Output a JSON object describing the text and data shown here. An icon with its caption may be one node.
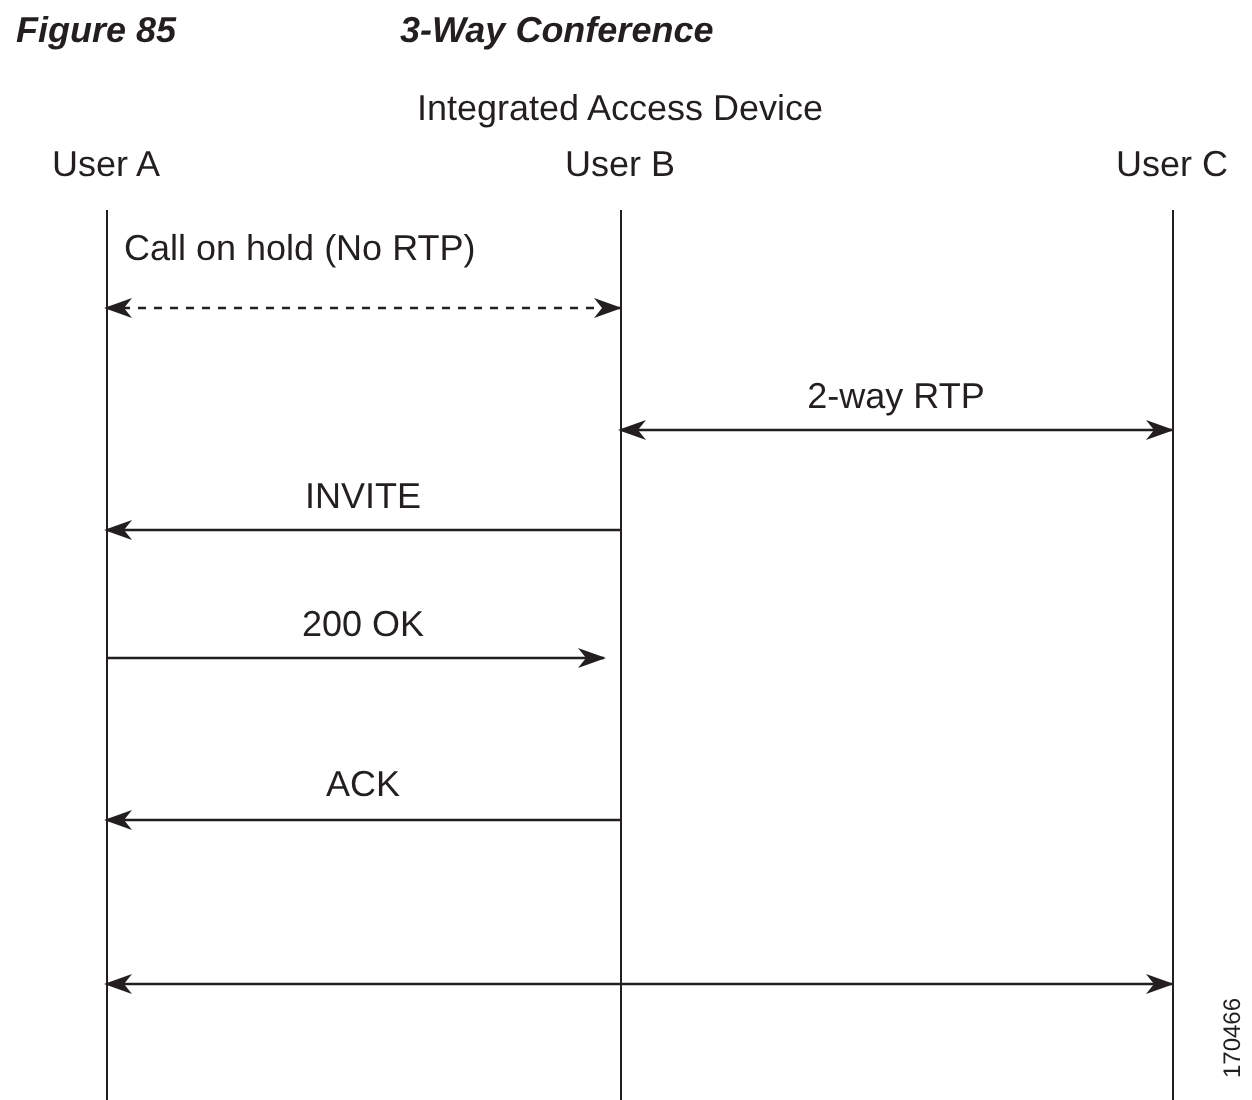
{
  "diagram": {
    "title": "3-Way Conference",
    "nodes": [
      {
        "text": [
          "User A"
        ]
      },
      {
        "text": [
          "User B"
        ],
        "beside": [
          "Integrated Access Device"
        ]
      },
      {
        "text": [
          "User C"
        ]
      }
    ],
    "edges": [
      {
        "from": 0,
        "to": 1,
        "arrow": "both",
        "label": "Call on hold (No RTP)",
        "style": "dashed"
      },
      {
        "from": 1,
        "to": 2,
        "arrow": "both",
        "label": "2-way RTP"
      },
      {
        "from": 1,
        "to": 0,
        "arrow": "to",
        "label": "INVITE"
      },
      {
        "from": 0,
        "to": 1,
        "arrow": "to",
        "label": "200 OK"
      },
      {
        "from": 1,
        "to": 0,
        "arrow": "to",
        "label": "ACK"
      },
      {
        "from": 0,
        "to": 2,
        "arrow": "both"
      }
    ],
    "labels": [
      "Figure 85",
      "170466"
    ]
  }
}
